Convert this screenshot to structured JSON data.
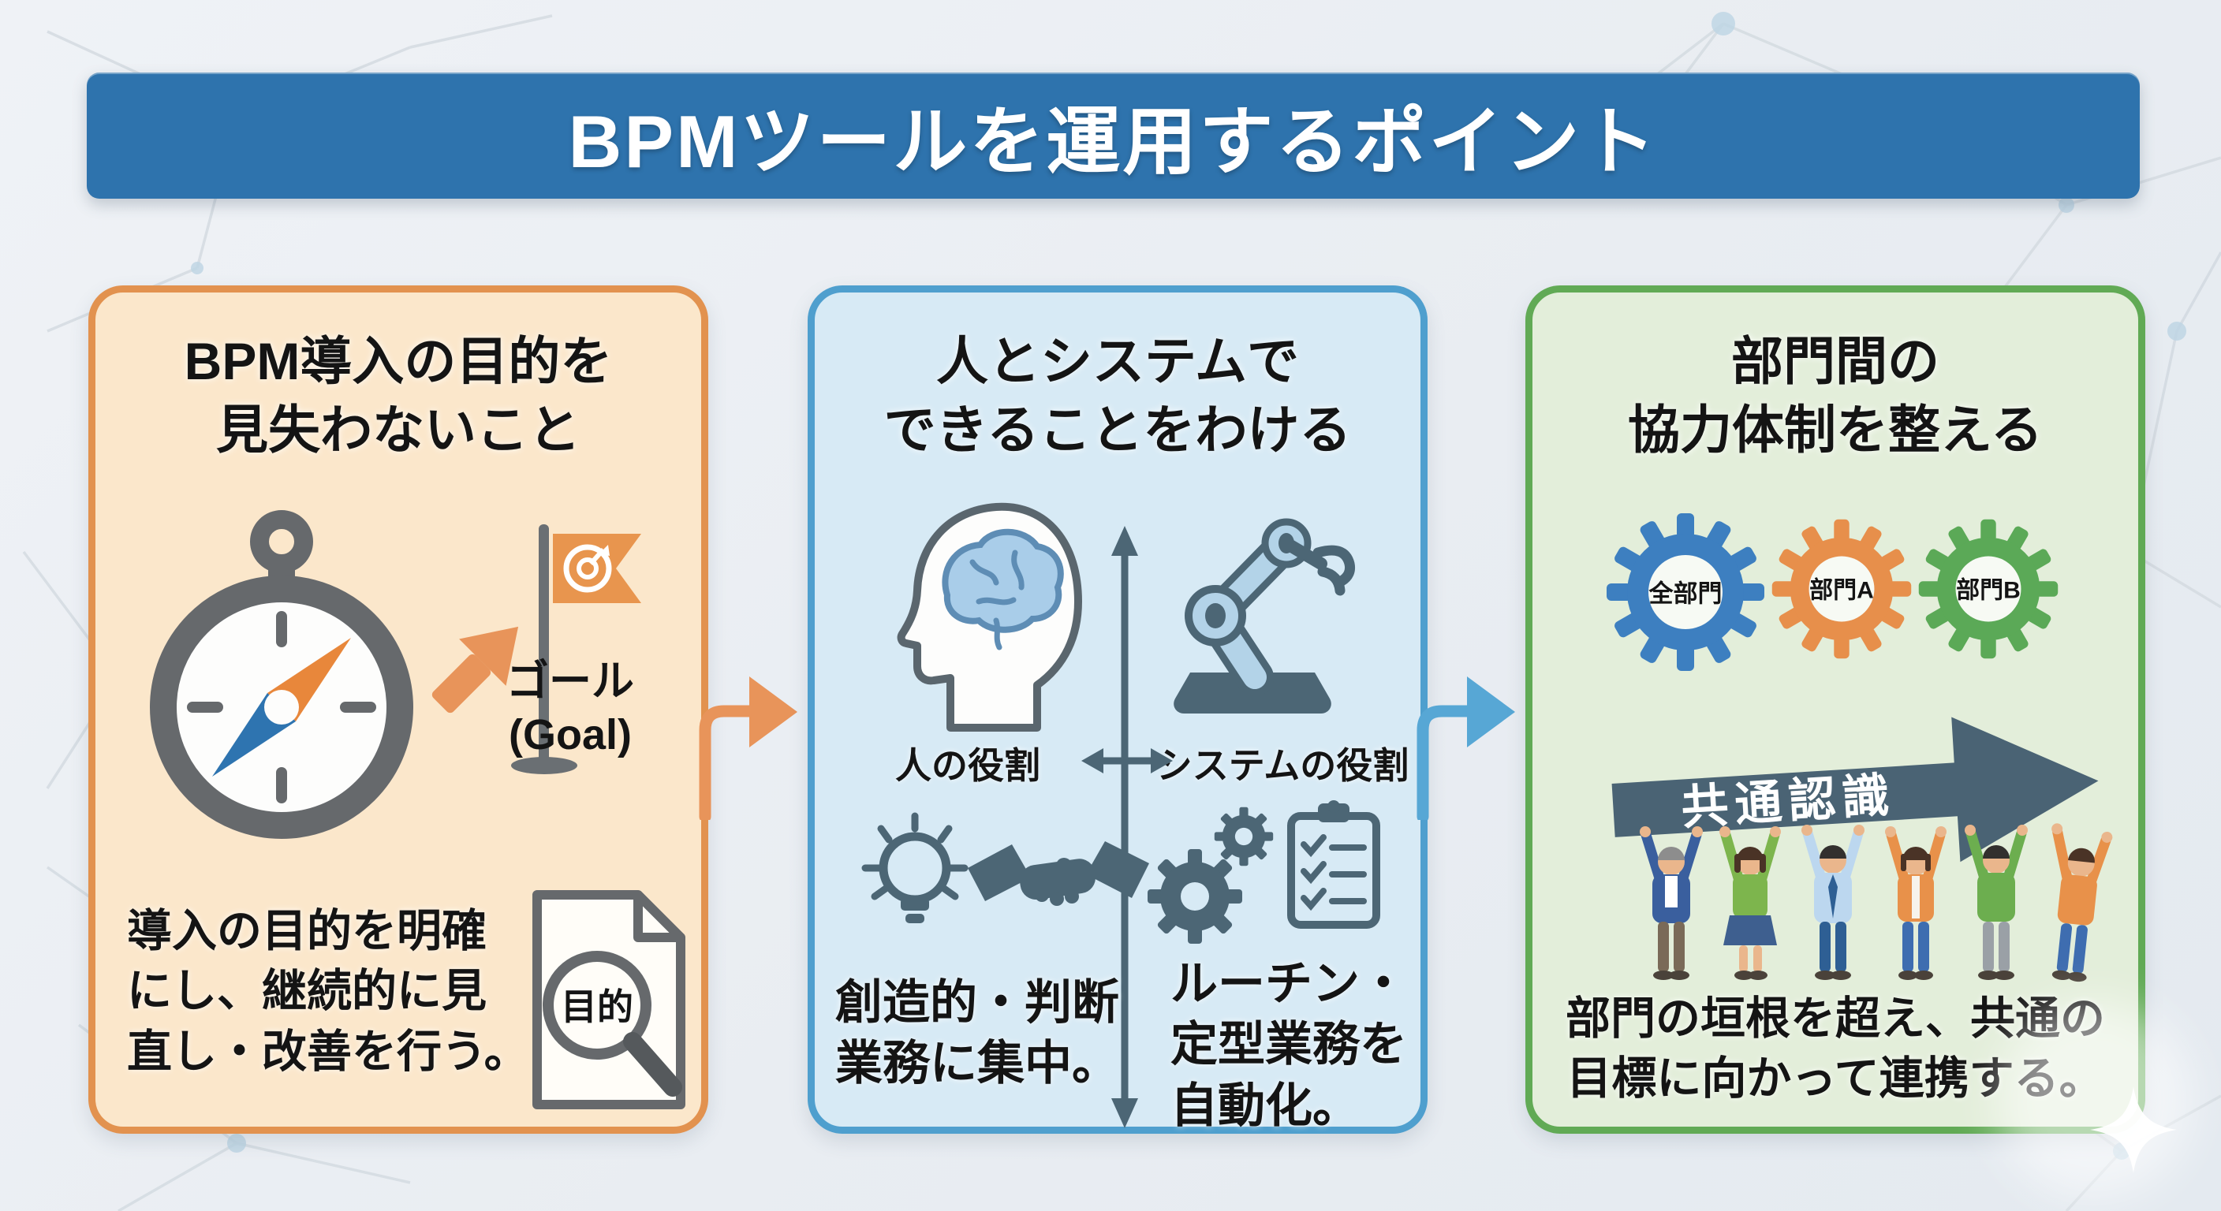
{
  "title": {
    "text": "BPMツールを運用するポイント"
  },
  "colors": {
    "title_bg": "#2e73ad",
    "panel1_bg": "#fbe7cb",
    "panel1_border": "#e2924f",
    "panel2_bg": "#d7eaf5",
    "panel2_border": "#4f9fce",
    "panel3_bg": "#e3eeda",
    "panel3_border": "#61aa55",
    "connector_orange": "#e8945a",
    "connector_blue": "#57a7d5",
    "icon_gray": "#66696c",
    "icon_slate": "#4c6675",
    "needle_orange": "#e8873b",
    "needle_blue": "#2e74b0",
    "flag_orange": "#e8954e",
    "banner_bg": "#4a6374",
    "brain_fill": "#a9cde9",
    "robot_light": "#b3d3e8"
  },
  "panel1": {
    "heading_lines": [
      "BPM導入の目的を",
      "見失わないこと"
    ],
    "goal_label_lines": [
      "ゴール",
      "(Goal)"
    ],
    "doc_label": "目的",
    "desc_lines": [
      "導入の目的を明確",
      "にし、継続的に見",
      "直し・改善を行う。"
    ]
  },
  "panel2": {
    "heading_lines": [
      "人とシステムで",
      "できることをわける"
    ],
    "left_label": "人の役割",
    "right_label": "システムの役割",
    "left_desc_lines": [
      "創造的・判断",
      "業務に集中。"
    ],
    "right_desc_lines": [
      "ルーチン・",
      "定型業務を",
      "自動化。"
    ]
  },
  "panel3": {
    "heading_lines": [
      "部門間の",
      "協力体制を整える"
    ],
    "gears": [
      {
        "label": "全部門",
        "color": "#3d7fc0"
      },
      {
        "label": "部門A",
        "color": "#e78f4b"
      },
      {
        "label": "部門B",
        "color": "#5ba957"
      }
    ],
    "banner_label": "共通認識",
    "desc_lines": [
      "部門の垣根を超え、共通の",
      "目標に向かって連携する。"
    ]
  }
}
